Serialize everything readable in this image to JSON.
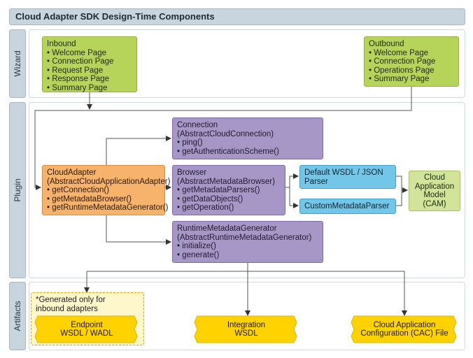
{
  "title": "Cloud Adapter SDK Design-Time Components",
  "lanes": {
    "wizard": "Wizard",
    "plugin": "Plugin",
    "artifacts": "Artifacts"
  },
  "inbound": {
    "title": "Inbound",
    "items": [
      "• Welcome Page",
      "• Connection Page",
      "• Request Page",
      "• Response Page",
      "• Summary Page"
    ]
  },
  "outbound": {
    "title": "Outbound",
    "items": [
      "• Welcome Page",
      "• Connection Page",
      "• Operations Page",
      "• Summary Page"
    ]
  },
  "connection": {
    "title": "Connection",
    "subtitle": "(AbstractCloudConnection)",
    "items": [
      "• ping()",
      "• getAuthenticationScheme()"
    ]
  },
  "cloud_adapter": {
    "title": "CloudAdapter",
    "subtitle": "(AbstractCloudApplicationAdapter)",
    "items": [
      "• getConnection()",
      "• getMetadataBrowser()",
      "• getRuntimeMetadataGenerator()"
    ]
  },
  "browser": {
    "title": "Browser",
    "subtitle": "(AbstractMetadataBrowser)",
    "items": [
      "• getMetadataParsers()",
      "• getDataObjects()",
      "• getOperation()"
    ]
  },
  "default_parser": {
    "line1": "Default WSDL / JSON",
    "line2": "Parser"
  },
  "custom_parser": {
    "label": "CustomMetadataParser"
  },
  "cam": {
    "line1": "Cloud",
    "line2": "Application",
    "line3": "Model",
    "line4": "(CAM)"
  },
  "runtime_generator": {
    "title": "RuntimeMetadataGenerator",
    "subtitle": "(AbstractRuntimeMetadataGenerator)",
    "items": [
      "• initialize()",
      "• generate()"
    ]
  },
  "note": {
    "line1": "*Generated only for",
    "line2": "inbound adapters"
  },
  "artifacts": {
    "endpoint": {
      "line1": "Endpoint",
      "line2": "WSDL / WADL"
    },
    "integration": {
      "line1": "Integration",
      "line2": "WSDL"
    },
    "cac": {
      "line1": "Cloud Application",
      "line2": "Configuration (CAC) File"
    }
  },
  "colors": {
    "wizard_box": "#b7d45a",
    "component_box": "#a797c6",
    "adapter_box": "#f7b36b",
    "parser_box": "#73c6e7",
    "cam_box": "#d1e49a",
    "artifact": "#ffd200"
  }
}
